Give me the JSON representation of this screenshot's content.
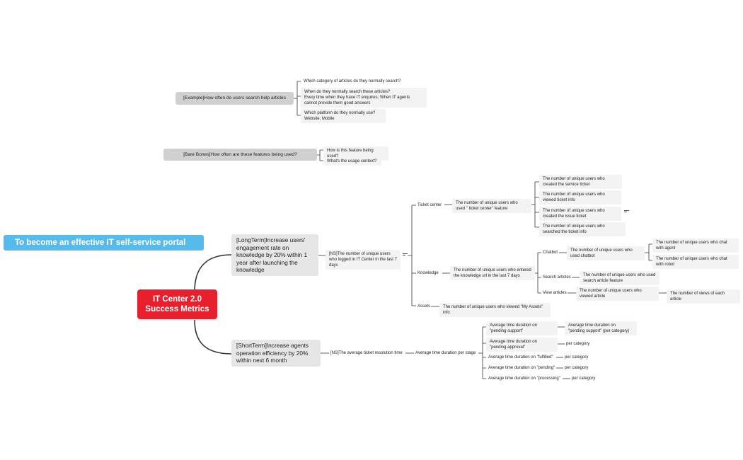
{
  "goal": "To become an effective IT self-service portal",
  "root": {
    "line1": "IT Center 2.0",
    "line2": "Success Metrics"
  },
  "example_q": {
    "label": "[Example]How often do users search help articles",
    "items": [
      "Which category of articles do they normally search?",
      "When do they normally search these articles?\nEvery time when they have IT enquires; When IT agents cannot provide them good answers",
      "Which platform do they normally use?\nWebsite;  Mobile"
    ]
  },
  "bare_bones_q": {
    "label": "[Bare Bones]How often are these features being used?",
    "items": [
      "How is this feature being used?",
      "What's the usage context?"
    ]
  },
  "long_term": {
    "label": "[LongTerm]Increase users' engagement rate on knowledge by 20% within 1 year after launching the knowledge",
    "ns": "[NS]The number of unique users who logged in IT Center in the last 7 days",
    "ticket_center": {
      "label": "Ticket center",
      "metric": "The number of unique users who used \" ticket center\" feature",
      "items": [
        "The number of unique users who created the service ticket",
        "The number of unique users who viewed ticket info",
        "The number of unique users who created the issue ticket",
        "The number of unique users who searched the ticket info"
      ]
    },
    "knowledge": {
      "label": "Knowledge",
      "metric": "The number of unique users who entered the knowledge url in the last 7 days",
      "chatbot": {
        "label": "Chatbot",
        "metric": "The number of unique users who used chatbot",
        "items": [
          "The number of unique users who chat with agent",
          "The number of unique users who chat with robot"
        ]
      },
      "search": {
        "label": "Search articles",
        "metric": "The number of unique users who used search article feature"
      },
      "view": {
        "label": "View articles",
        "metric": "The number of unique users who viewed article",
        "sub": "The number of views of each article"
      }
    },
    "assets": {
      "label": "Assets",
      "metric": "The number of unique users who viewed \"My Assets\" info"
    }
  },
  "short_term": {
    "label": "[ShortTerm]Increase agents operation efficiency by 20% within next 6 month",
    "ns": "[NS]The average ticket resolution time",
    "per_stage": "Average time duration per stage",
    "stages": [
      {
        "label": "Average time duration on \"pending support\"",
        "sub": "Average time duration on \"pending support\" (per category)"
      },
      {
        "label": "Average time duration on \"pending approval\"",
        "sub": "per category"
      },
      {
        "label": "Average time duration on \"fulfilled\"",
        "sub": "per category"
      },
      {
        "label": "Average time duration on \"pending\"",
        "sub": "per category"
      },
      {
        "label": "Average time duration on \"processing\"",
        "sub": "per category"
      }
    ]
  }
}
